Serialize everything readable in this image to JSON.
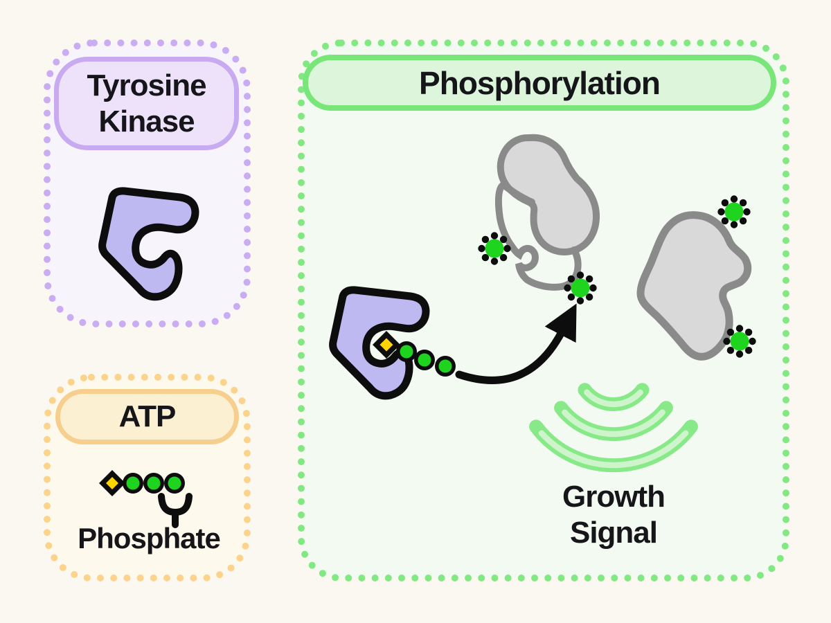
{
  "legend_tyrosine": {
    "title": "Tyrosine\nKinase"
  },
  "legend_atp": {
    "title": "ATP",
    "phosphate_label": "Phosphate"
  },
  "main_panel": {
    "title": "Phosphorylation",
    "growth_signal_label": "Growth\nSignal"
  },
  "icons": {
    "kinase": "kinase-blob-icon",
    "atp_molecule": "atp-molecule-icon",
    "phosphate": "phosphate-icon",
    "substrate_protein": "substrate-protein-icon",
    "transfer_arrow": "transfer-arrow-icon",
    "growth_signal": "signal-waves-icon"
  },
  "colors": {
    "background": "#FAF8F0",
    "purple_dots": "#C9ACF1",
    "purple_panel_bg": "#F7F4FC",
    "purple_pill_bg": "#EDE2FA",
    "purple_pill_border": "#C7AAEF",
    "kinase_fill": "#BEBAF1",
    "orange_dots": "#FBD38C",
    "atp_panel_bg": "#FDF9EC",
    "atp_pill_bg": "#FCF0D2",
    "atp_pill_border": "#F6CE8D",
    "diamond_yellow": "#FFD400",
    "green_dots": "#82E882",
    "green_panel_bg": "#F3FAF1",
    "green_pill_bg": "#DDF5DB",
    "green_pill_border": "#79E679",
    "phosphate_green": "#1FD41F",
    "protein_fill": "#D9D9D9",
    "protein_stroke": "#8A8A8A",
    "signal_green": "#87E987",
    "signal_green_light": "#CDF4CB",
    "outline_black": "#0D0D0D"
  }
}
